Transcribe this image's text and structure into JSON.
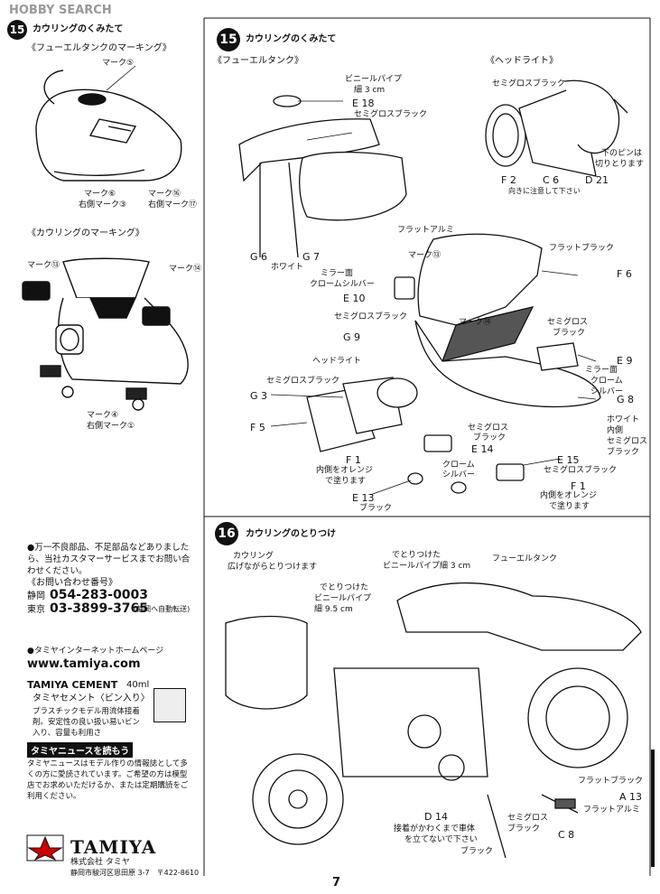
{
  "watermark": "HOBBY SEARCH",
  "left": {
    "step_num": "15",
    "step_title": "カウリングのくみたて",
    "tank_marking_title": "《フューエルタンクのマーキング》",
    "tank_labels": {
      "mark5": "マーク⑤",
      "mark6a": "マーク⑥",
      "mark6b": "右側マーク③",
      "mark16a": "マーク⑯",
      "mark16b": "右側マーク⑰"
    },
    "cowl_marking_title": "《カウリングのマーキング》",
    "cowl_labels": {
      "mark13": "マーク⑬",
      "mark14": "マーク⑭",
      "mark4a": "マーク④",
      "mark4b": "右側マーク①"
    },
    "notice": "●万一不良部品、不足部品などありましたら、当社カスタマーサービスまでお問い合わせください。",
    "phone_title": "《お問い合わせ番号》",
    "phone1_city": "静岡",
    "phone1": "054-283-0003",
    "phone2_city": "東京",
    "phone2": "03-3899-3765",
    "phone2_note": "(静岡へ自動転送)",
    "hp_title": "●タミヤインターネットホームページ",
    "hp_url": "www.tamiya.com",
    "cement_title": "TAMIYA CEMENT",
    "cement_size": "40ml",
    "cement_jp": "タミヤセメント〈ビン入り〉",
    "cement_desc": "プラスチックモデル用流体接着剤。安定性の良い扱い易いビン入り、容量も利用さ",
    "news_title": "タミヤニュースを読もう",
    "news_desc": "タミヤニュースはモデル作りの情報誌として多くの方に愛読されています。ご希望の方は模型店でお求めいただけるか、または定期購読をご利用ください。",
    "brand": "TAMIYA",
    "company": "株式会社 タミヤ",
    "address": "静岡市駿河区恩田原 3-7　〒422-8610"
  },
  "right": {
    "step15_num": "15",
    "step15_title": "カウリングのくみたて",
    "fuel_tank": "《フューエルタンク》",
    "headlight": "《ヘッドライト》",
    "vinyl_pipe": "ビニールパイプ",
    "vinyl_pipe_size": "細 3 cm",
    "e18": "E 18",
    "semigloss_black": "セミグロスブラック",
    "flat_aluminum": "フラットアルミ",
    "g6": "G 6",
    "g7": "G 7",
    "white": "ホワイト",
    "f2": "F 2",
    "c6": "C 6",
    "d21": "D 21",
    "c6_note": "向きに注意して下さい",
    "pin_note1": "下のピンは",
    "pin_note2": "切りとります",
    "mark13": "マーク⑬",
    "flat_black": "フラットブラック",
    "f6": "F 6",
    "mirror": "ミラー面",
    "chrome_silver": "クロームシルバー",
    "e10": "E 10",
    "mark14": "マーク⑭",
    "g9": "G 9",
    "semi": "セミグロス",
    "black": "ブラック",
    "e9": "E 9",
    "mirror_chrome1": "ミラー面",
    "mirror_chrome2": "クローム",
    "mirror_chrome3": "シルバー",
    "headlight_lbl": "ヘッドライト",
    "g3": "G 3",
    "g8": "G 8",
    "white_inner1": "ホワイト",
    "white_inner2": "内側",
    "white_inner3": "セミグロス",
    "white_inner4": "ブラック",
    "f5": "F 5",
    "e14": "E 14",
    "f1": "F 1",
    "orange_note1": "内側をオレンジ",
    "orange_note2": "で塗ります",
    "chrome1": "クローム",
    "chrome2": "シルバー",
    "e15": "E 15",
    "e13": "E 13",
    "step16_num": "16",
    "step16_title": "カウリングのとりつけ",
    "cowl_note1": "カウリング",
    "cowl_note2": "広げながらとりつけます",
    "pipe3_1": "でとりつけた",
    "pipe3_2": "ビニールパイプ細 3 cm",
    "fuel_tank2": "フューエルタンク",
    "pipe9_1": "でとりつけた",
    "pipe9_2": "ビニールパイプ",
    "pipe9_3": "細 9.5 cm",
    "a13": "A 13",
    "d14": "D 14",
    "c8": "C 8",
    "stand_note1": "接着がかわくまで車体",
    "stand_note2": "を立てないで下さい"
  },
  "page_number": "7"
}
